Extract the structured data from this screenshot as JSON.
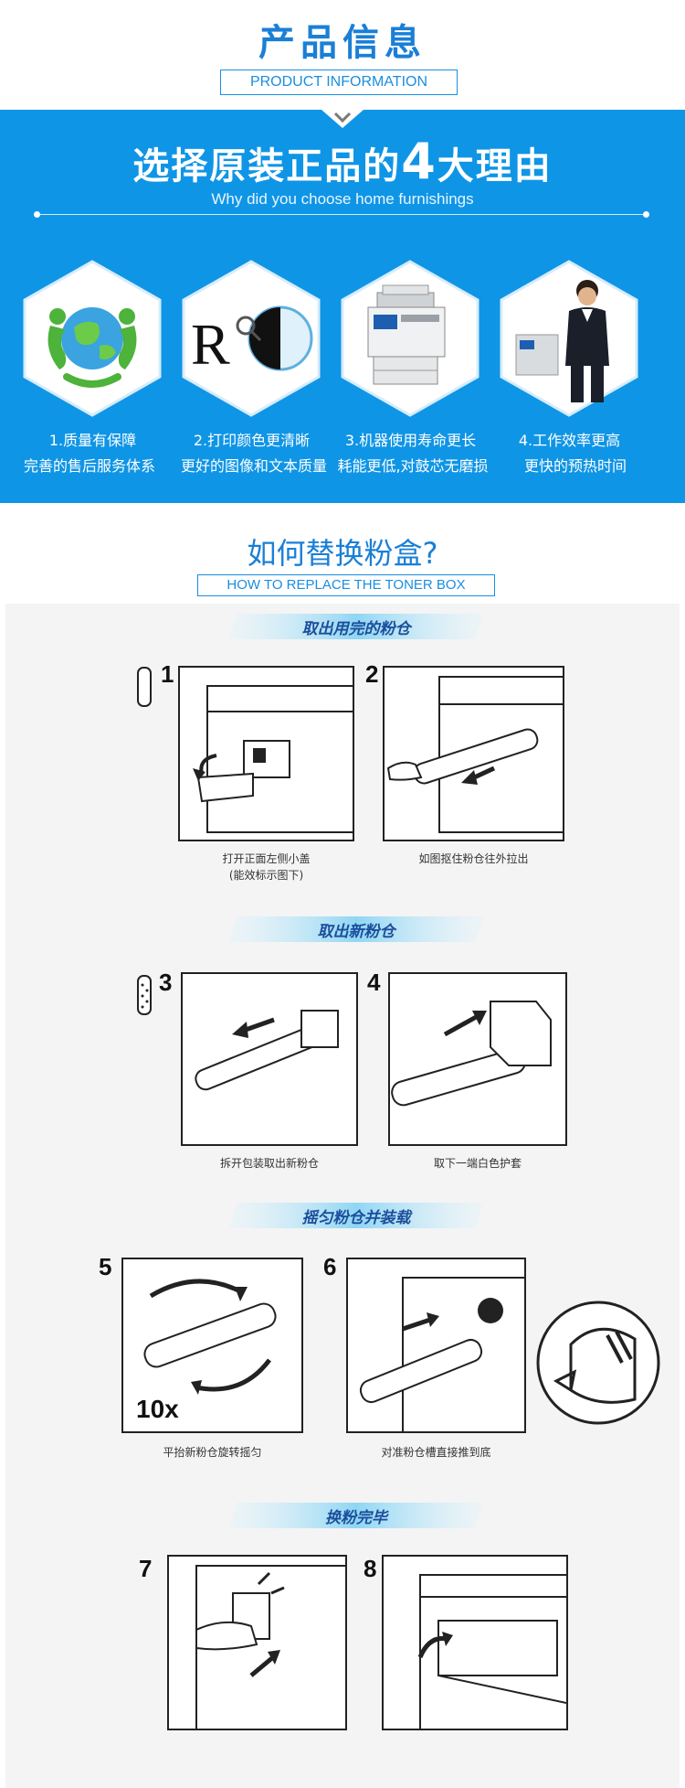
{
  "header": {
    "title": "产品信息",
    "subtitle": "PRODUCT INFORMATION"
  },
  "reasons": {
    "title_prefix": "选择原装正品的",
    "title_number": "4",
    "title_suffix": "大理由",
    "subtitle": "Why did you choose home furnishings",
    "items": [
      {
        "title": "1.质量有保障",
        "desc": "完善的售后服务体系"
      },
      {
        "title": "2.打印颜色更清晰",
        "desc": "更好的图像和文本质量"
      },
      {
        "title": "3.机器使用寿命更长",
        "desc": "耗能更低,对鼓芯无磨损"
      },
      {
        "title": "4.工作效率更高",
        "desc": "更快的预热时间"
      }
    ],
    "logo_text": "R"
  },
  "howto": {
    "title": "如何替换粉盒?",
    "subtitle": "HOW TO REPLACE THE TONER BOX",
    "sections": [
      {
        "label": "取出用完的粉仓"
      },
      {
        "label": "取出新粉仓"
      },
      {
        "label": "摇匀粉仓并装载"
      },
      {
        "label": "换粉完毕"
      }
    ],
    "steps": [
      {
        "num": "1",
        "caption": "打开正面左侧小盖",
        "caption2": "(能效标示图下)"
      },
      {
        "num": "2",
        "caption": "如图抠住粉仓往外拉出"
      },
      {
        "num": "3",
        "caption": "拆开包装取出新粉仓"
      },
      {
        "num": "4",
        "caption": "取下一端白色护套"
      },
      {
        "num": "5",
        "caption": "平抬新粉仓旋转摇匀",
        "shake_count": "10x"
      },
      {
        "num": "6",
        "caption": "对准粉仓槽直接推到底"
      },
      {
        "num": "7"
      },
      {
        "num": "8"
      }
    ]
  }
}
